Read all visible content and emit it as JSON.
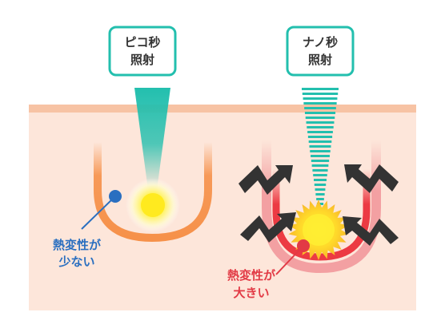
{
  "left": {
    "label_line1": "ピコ秒",
    "label_line2": "照射",
    "caption_line1": "熱変性が",
    "caption_line2": "少ない"
  },
  "right": {
    "label_line1": "ナノ秒",
    "label_line2": "照射",
    "caption_line1": "熱変性が",
    "caption_line2": "大きい"
  },
  "colors": {
    "skin_light": "#fde6da",
    "skin_top": "#f7c3a4",
    "teal": "#23bfae",
    "orange": "#f6914a",
    "red": "#ec3a43",
    "blue_text": "#2a6fc0",
    "red_text": "#e23a45",
    "dark": "#333333"
  }
}
